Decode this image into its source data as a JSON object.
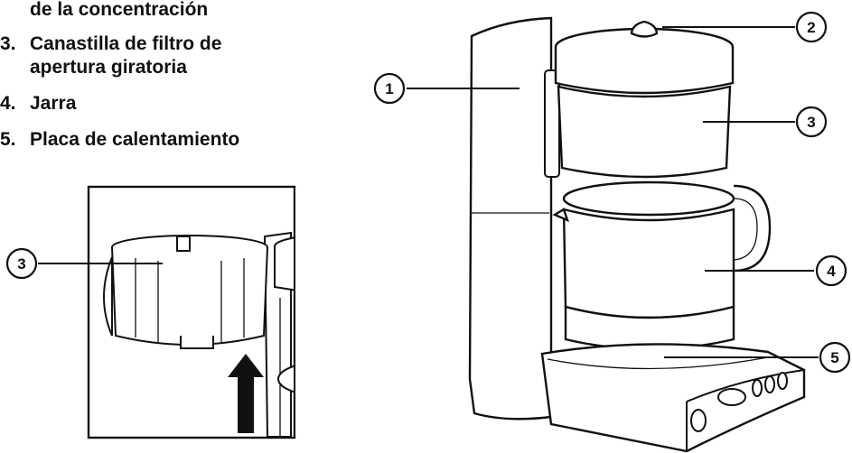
{
  "parts": [
    {
      "number": "",
      "lines": [
        "de la concentración"
      ]
    },
    {
      "number": "3.",
      "lines": [
        "Canastilla de filtro de",
        "apertura giratoria"
      ]
    },
    {
      "number": "4.",
      "lines": [
        "Jarra"
      ]
    },
    {
      "number": "5.",
      "lines": [
        "Placa de calentamiento"
      ]
    }
  ],
  "callouts": {
    "main_1": "1",
    "main_2": "2",
    "main_3": "3",
    "main_4": "4",
    "main_5": "5",
    "inset_3": "3"
  }
}
